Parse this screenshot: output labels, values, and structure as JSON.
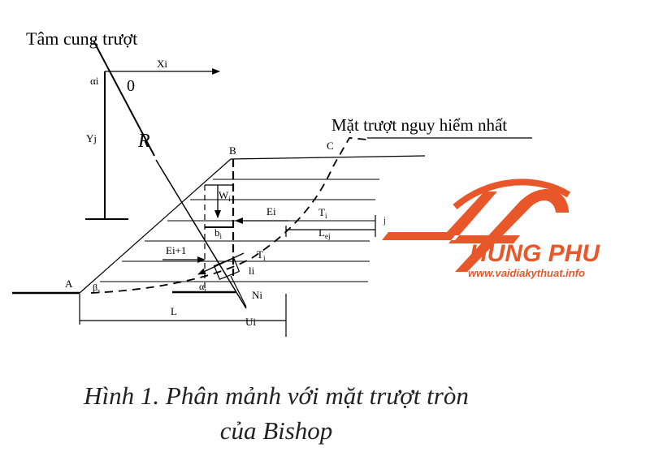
{
  "diagram": {
    "title_center": "Tâm cung trượt",
    "origin_label": "0",
    "alpha_top": "αi",
    "x_label": "Xi",
    "y_label": "Yj",
    "radius_label": "R",
    "point_b": "B",
    "point_c": "C",
    "point_a": "A",
    "slip_label": "Mặt trượt nguy hiểm nhất",
    "w_label": "W",
    "w_sub": "i",
    "e_label": "Ei",
    "t_label": "T",
    "t_sub": "i",
    "j_label": "j",
    "b_label": "b",
    "b_sub": "i",
    "l_label": "L",
    "l_sub": "ej",
    "e_next_label": "Ei+1",
    "t2_label": "T",
    "t2_sub": "i",
    "li_label": "li",
    "beta_label": "β",
    "beta_sub": "s",
    "alpha_bottom": "α",
    "alpha_bottom_sub": "i",
    "ni_label": "Ni",
    "length_label": "L",
    "ui_label": "Ui"
  },
  "logo": {
    "name": "HUNG PHU",
    "website": "www.vaidiakythuat.info",
    "color": "#e8572a"
  },
  "caption": {
    "line1": "Hình 1. Phân mảnh với mặt trượt tròn",
    "line2": "của Bishop"
  }
}
